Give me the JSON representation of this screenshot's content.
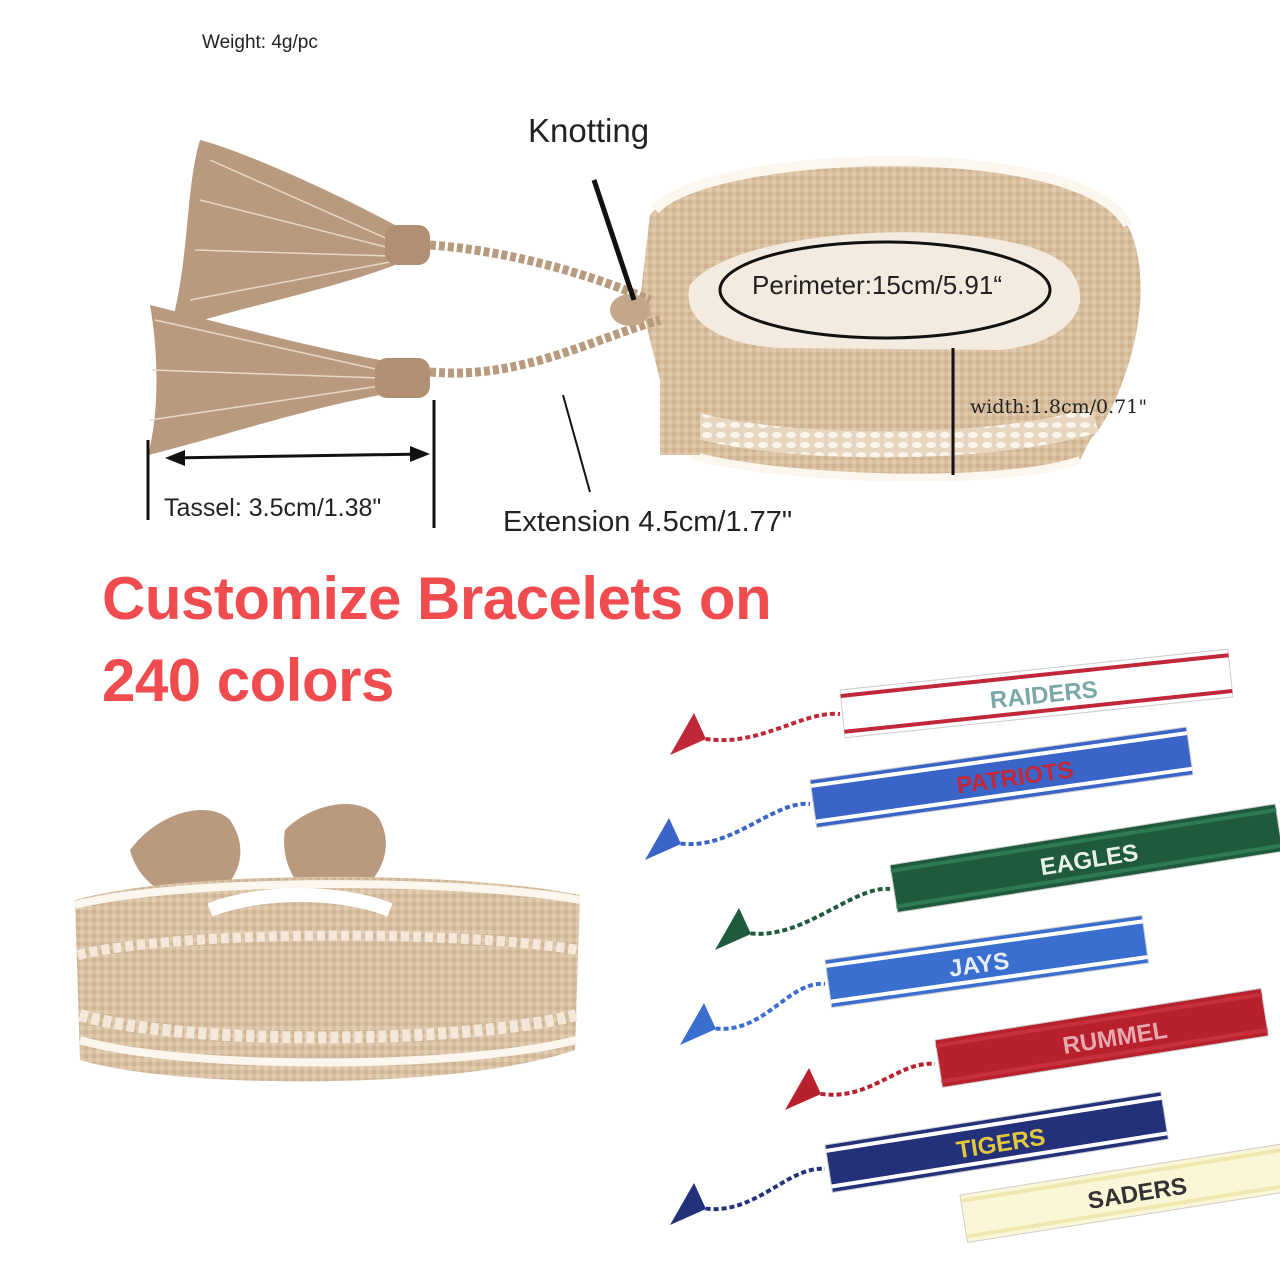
{
  "spec": {
    "weight": "Weight: 4g/pc",
    "knotting": "Knotting",
    "perimeter": "Perimeter:15cm/5.91“",
    "width": "width:1.8cm/0.71\"",
    "tassel": "Tassel: 3.5cm/1.38\"",
    "extension": "Extension 4.5cm/1.77\""
  },
  "headline": {
    "line1": "Customize Bracelets on",
    "line2": "240 colors"
  },
  "bands": [
    {
      "text": "RAIDERS",
      "color": "#ffffff",
      "accent": "#c0283a",
      "text_color": "#7aa7a8"
    },
    {
      "text": "PATRIOTS",
      "color": "#3a64c8",
      "accent": "#ffffff",
      "text_color": "#c0283a"
    },
    {
      "text": "EAGLES",
      "color": "#1f5a3c",
      "accent": "#2e7a52",
      "text_color": "#e8f0ea"
    },
    {
      "text": "JAYS",
      "color": "#3a6fd0",
      "accent": "#ffffff",
      "text_color": "#e8eef8"
    },
    {
      "text": "RUMMEL",
      "color": "#b8202c",
      "accent": "#c83040",
      "text_color": "#e8a8b0"
    },
    {
      "text": "TIGERS",
      "color": "#23307a",
      "accent": "#ffffff",
      "text_color": "#e2c83c"
    },
    {
      "text": "SADERS",
      "color": "#fbf6d8",
      "accent": "#efe6b0",
      "text_color": "#333333"
    }
  ]
}
